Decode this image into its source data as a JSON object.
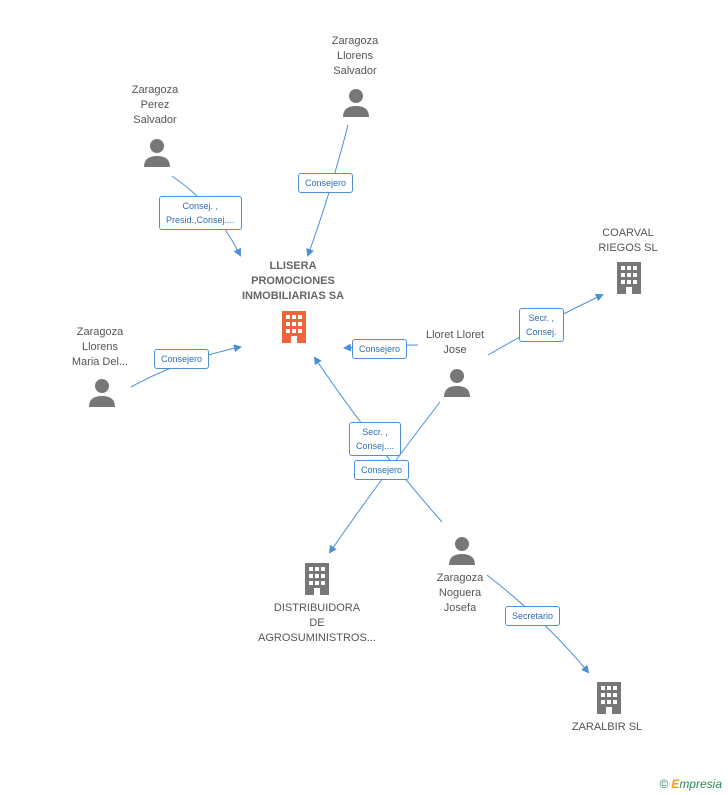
{
  "nodes": {
    "llisera": {
      "lines": [
        "LLISERA",
        "PROMOCIONES",
        "INMOBILIARIAS SA"
      ],
      "type": "company",
      "highlight": true
    },
    "zaragoza_llorens_salvador": {
      "lines": [
        "Zaragoza",
        "Llorens",
        "Salvador"
      ],
      "type": "person"
    },
    "zaragoza_perez_salvador": {
      "lines": [
        "Zaragoza",
        "Perez",
        "Salvador"
      ],
      "type": "person"
    },
    "coarval": {
      "lines": [
        "COARVAL",
        "RIEGOS SL"
      ],
      "type": "company"
    },
    "lloret": {
      "lines": [
        "Lloret Lloret",
        "Jose"
      ],
      "type": "person"
    },
    "zaragoza_llorens_maria": {
      "lines": [
        "Zaragoza",
        "Llorens",
        "Maria Del..."
      ],
      "type": "person"
    },
    "distribuidora": {
      "lines": [
        "DISTRIBUIDORA",
        "DE",
        "AGROSUMINISTROS..."
      ],
      "type": "company"
    },
    "zaragoza_noguera": {
      "lines": [
        "Zaragoza",
        "Noguera",
        "Josefa"
      ],
      "type": "person"
    },
    "zaralbir": {
      "lines": [
        "ZARALBIR SL"
      ],
      "type": "company"
    }
  },
  "edges": {
    "e1": {
      "lines": [
        "Consejero"
      ]
    },
    "e2": {
      "lines": [
        "Consej. ,",
        "Presid.,Consej...."
      ]
    },
    "e3": {
      "lines": [
        "Secr. ,",
        "Consej."
      ]
    },
    "e4": {
      "lines": [
        "Consejero"
      ]
    },
    "e5": {
      "lines": [
        "Consejero"
      ]
    },
    "e6": {
      "lines": [
        "Secr. ,",
        "Consej...."
      ]
    },
    "e7": {
      "lines": [
        "Consejero"
      ]
    },
    "e8": {
      "lines": [
        "Secretario"
      ]
    }
  },
  "colors": {
    "edge": "#4a90d9",
    "icon": "#777777",
    "highlight": "#f0643c"
  },
  "brand": {
    "copyright": "©",
    "e": "E",
    "rest": "mpresia"
  }
}
